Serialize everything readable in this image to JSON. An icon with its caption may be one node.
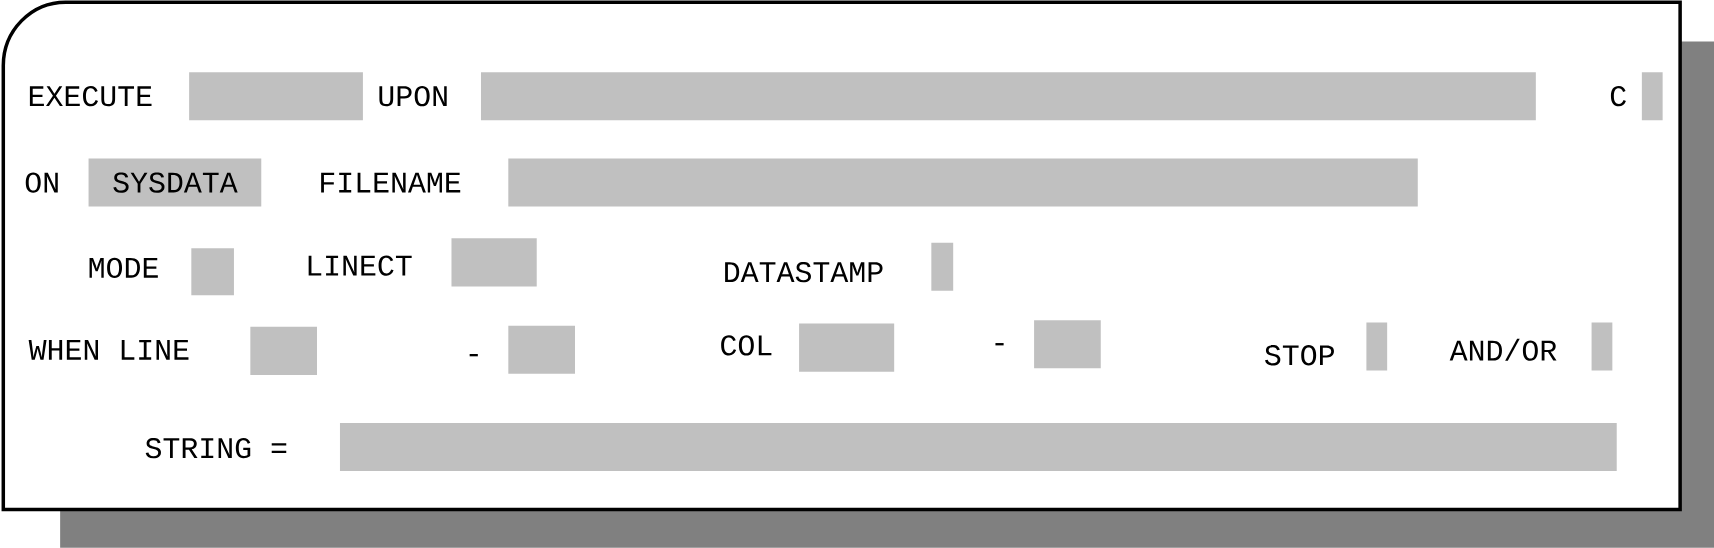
{
  "diagram": {
    "nodes": [
      {
        "text": [],
        "shape": "box"
      },
      {
        "text": [],
        "shape": "box"
      },
      {
        "text": [],
        "shape": "box"
      },
      {
        "text": [
          "SYSDATA"
        ]
      },
      {
        "text": [],
        "shape": "box"
      },
      {
        "text": [],
        "shape": "box"
      },
      {
        "text": [],
        "shape": "box"
      },
      {
        "text": [],
        "shape": "box"
      },
      {
        "text": [],
        "shape": "box"
      },
      {
        "text": [],
        "shape": "box"
      },
      {
        "text": [],
        "shape": "box"
      },
      {
        "text": [],
        "shape": "box"
      },
      {
        "text": [],
        "shape": "box"
      },
      {
        "text": [],
        "shape": "box"
      },
      {
        "text": [],
        "shape": "box"
      }
    ],
    "labels": [
      "EXECUTE",
      "UPON",
      "C",
      "ON",
      "FILENAME",
      "MODE",
      "LINECT",
      "DATASTAMP",
      "WHEN LINE",
      "-",
      "COL",
      "-",
      "STOP",
      "AND/OR",
      "STRING ="
    ]
  }
}
